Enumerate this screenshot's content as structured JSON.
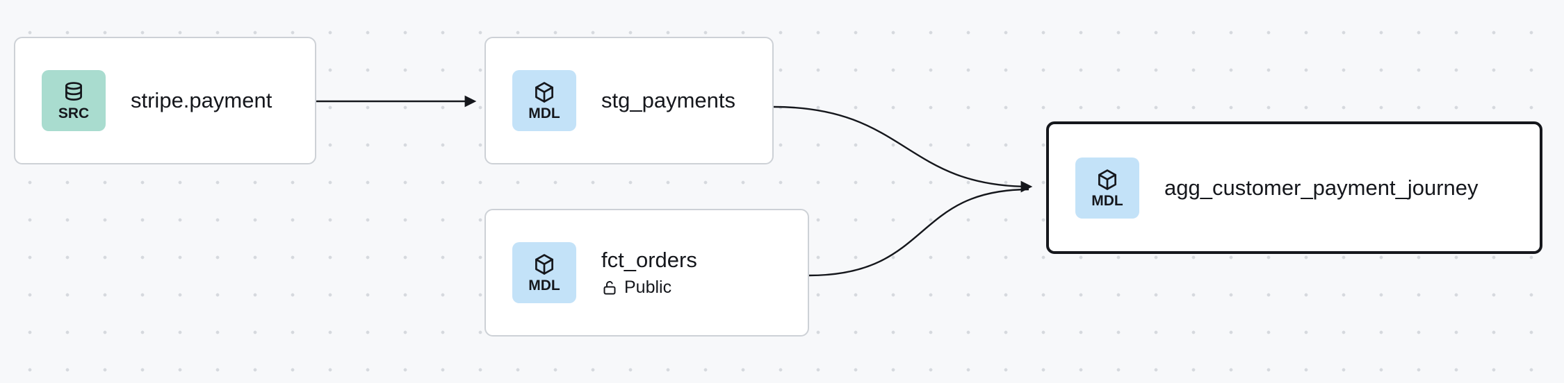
{
  "canvas": {
    "background_color": "#f7f8fa",
    "dot_color": "#d6d9de"
  },
  "edge_color": "#15171c",
  "nodes": [
    {
      "label": "stripe.payment",
      "badge": {
        "text": "SRC",
        "color": "#a9dccf",
        "icon": "database-icon"
      },
      "type": "source",
      "selected": false
    },
    {
      "label": "stg_payments",
      "badge": {
        "text": "MDL",
        "color": "#c3e2f8",
        "icon": "cube-icon"
      },
      "type": "model",
      "selected": false
    },
    {
      "label": "fct_orders",
      "badge": {
        "text": "MDL",
        "color": "#c3e2f8",
        "icon": "cube-icon"
      },
      "type": "model",
      "access": "Public",
      "selected": false
    },
    {
      "label": "agg_customer_payment_journey",
      "badge": {
        "text": "MDL",
        "color": "#c3e2f8",
        "icon": "cube-icon"
      },
      "type": "model",
      "selected": true
    }
  ],
  "edges": [
    {
      "from": "stripe.payment",
      "to": "stg_payments"
    },
    {
      "from": "stg_payments",
      "to": "agg_customer_payment_journey"
    },
    {
      "from": "fct_orders",
      "to": "agg_customer_payment_journey"
    }
  ]
}
